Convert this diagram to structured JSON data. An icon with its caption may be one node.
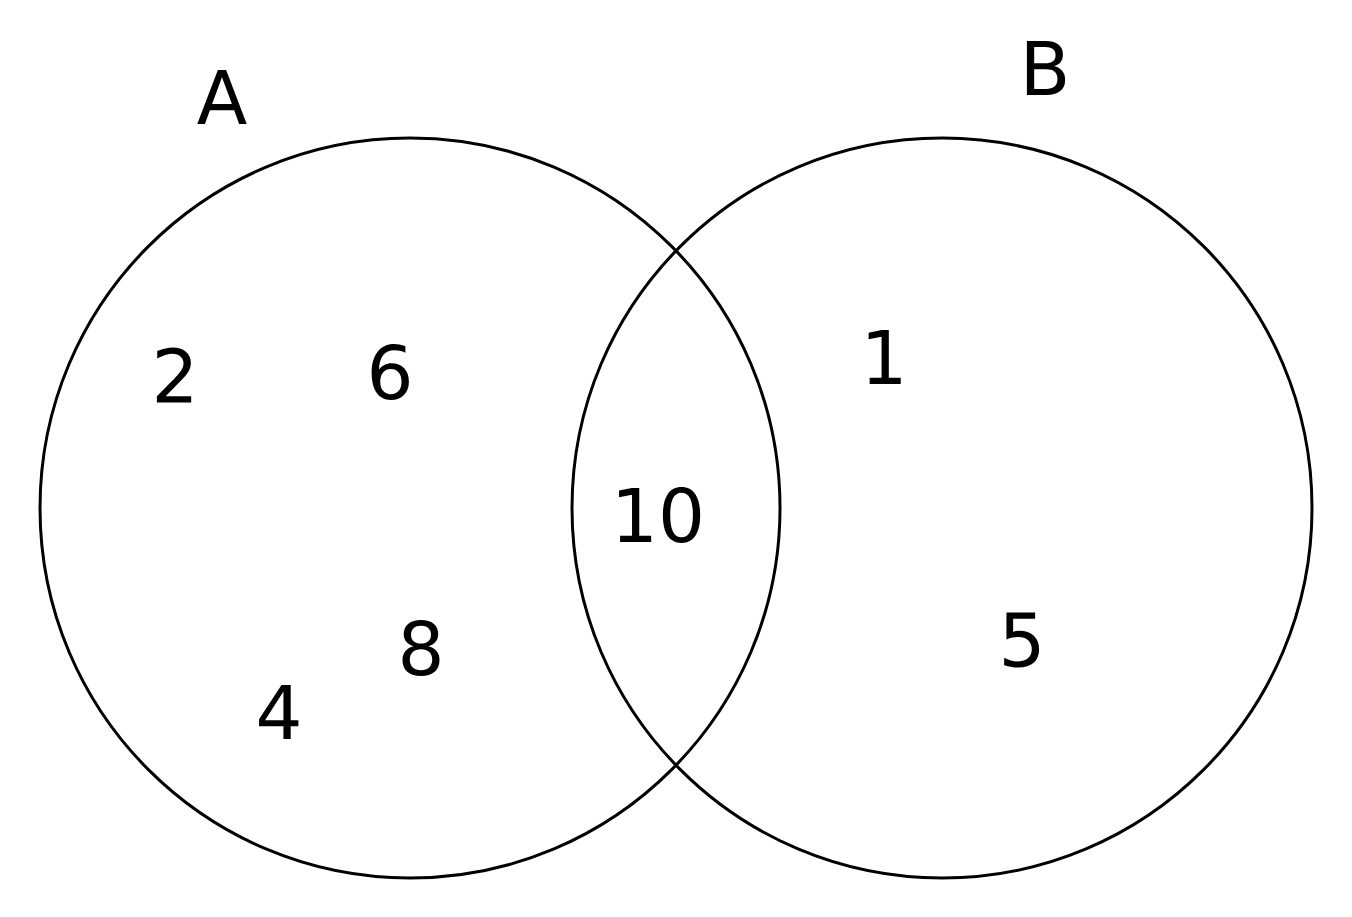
{
  "diagram": {
    "nodes": [
      {
        "text": [
          "A"
        ]
      },
      {
        "text": [
          "B"
        ]
      }
    ],
    "labels": [
      "2",
      "6",
      "1",
      "10",
      "8",
      "5",
      "4"
    ]
  }
}
